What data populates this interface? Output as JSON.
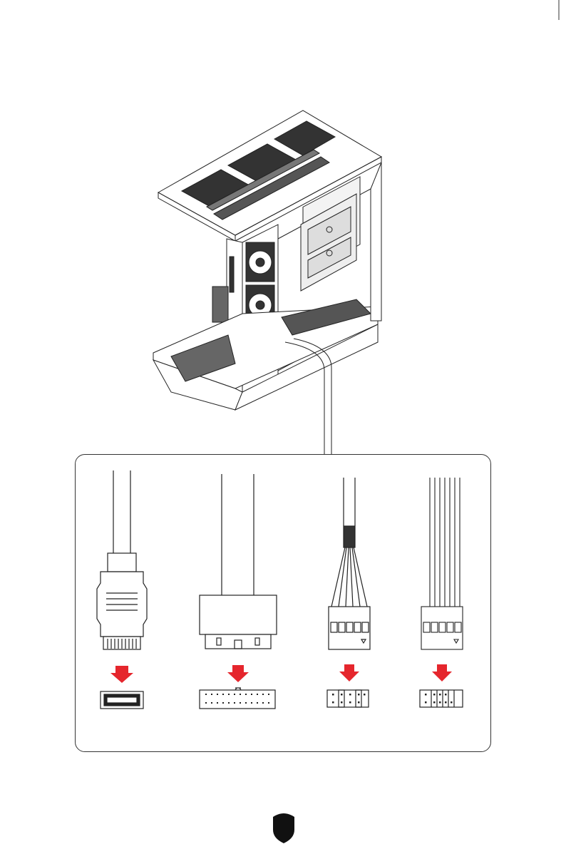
{
  "page": {
    "accent_color": "#e5262d",
    "line_color": "#222222"
  },
  "illustration": {
    "subject": "pc-case-with-front-panel-cables"
  },
  "connectors": [
    {
      "id": "usb-type-c-connector",
      "icon": "usb-c-plug-icon",
      "header_icon": "usb-c-header-icon"
    },
    {
      "id": "usb-3-connector",
      "icon": "usb3-plug-icon",
      "header_icon": "usb3-header-icon"
    },
    {
      "id": "hd-audio-connector",
      "icon": "audio-plug-icon",
      "header_icon": "audio-header-icon"
    },
    {
      "id": "front-panel-connector",
      "icon": "front-panel-plug-icon",
      "header_icon": "front-panel-header-icon"
    }
  ],
  "footer": {
    "logo_icon": "shield-logo-icon"
  }
}
